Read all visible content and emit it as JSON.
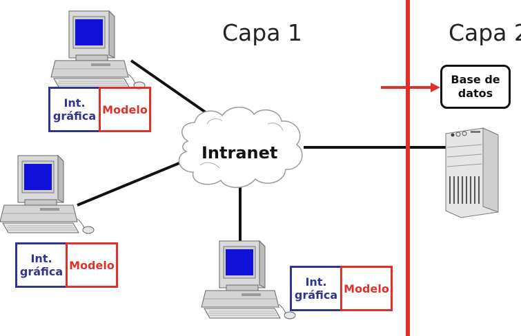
{
  "layers": {
    "layer1_title": "Capa 1",
    "layer2_title": "Capa 2"
  },
  "network": {
    "cloud_label": "Intranet"
  },
  "clients": [
    {
      "ui_line1": "Int.",
      "ui_line2": "gráfica",
      "model": "Modelo"
    },
    {
      "ui_line1": "Int.",
      "ui_line2": "gráfica",
      "model": "Modelo"
    },
    {
      "ui_line1": "Int.",
      "ui_line2": "gráfica",
      "model": "Modelo"
    }
  ],
  "server": {
    "db_line1": "Base de",
    "db_line2": "datos"
  },
  "colors": {
    "separator": "#e0302a",
    "ui_box": "#2f3590",
    "model_box": "#e0302a",
    "screen": "#1010d8"
  }
}
